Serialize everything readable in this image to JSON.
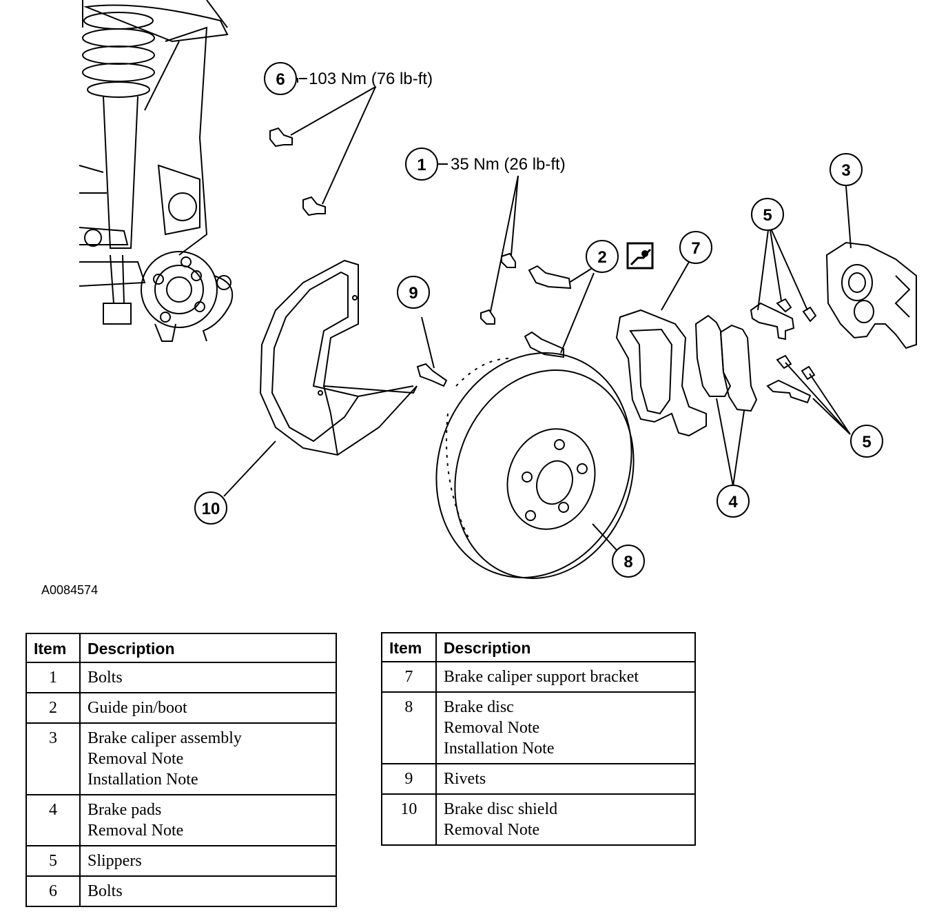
{
  "figure_id": "A0084574",
  "torque_labels": {
    "item6": "103 Nm (76 lb-ft)",
    "item1": "35 Nm (26 lb-ft)"
  },
  "callouts": [
    {
      "id": "c1",
      "label": "1"
    },
    {
      "id": "c2",
      "label": "2"
    },
    {
      "id": "c3",
      "label": "3"
    },
    {
      "id": "c4",
      "label": "4"
    },
    {
      "id": "c5a",
      "label": "5"
    },
    {
      "id": "c5b",
      "label": "5"
    },
    {
      "id": "c6",
      "label": "6"
    },
    {
      "id": "c7",
      "label": "7"
    },
    {
      "id": "c8",
      "label": "8"
    },
    {
      "id": "c9",
      "label": "9"
    },
    {
      "id": "c10",
      "label": "10"
    }
  ],
  "tables": {
    "left": {
      "header": {
        "item": "Item",
        "description": "Description"
      },
      "rows": [
        {
          "item": "1",
          "lines": [
            "Bolts"
          ]
        },
        {
          "item": "2",
          "lines": [
            "Guide pin/boot"
          ]
        },
        {
          "item": "3",
          "lines": [
            "Brake caliper assembly",
            "Removal Note",
            "Installation Note"
          ]
        },
        {
          "item": "4",
          "lines": [
            "Brake pads",
            "Removal Note"
          ]
        },
        {
          "item": "5",
          "lines": [
            "Slippers"
          ]
        },
        {
          "item": "6",
          "lines": [
            "Bolts"
          ]
        }
      ]
    },
    "right": {
      "header": {
        "item": "Item",
        "description": "Description"
      },
      "rows": [
        {
          "item": "7",
          "lines": [
            "Brake caliper support bracket"
          ]
        },
        {
          "item": "8",
          "lines": [
            "Brake disc",
            "Removal Note",
            "Installation Note"
          ]
        },
        {
          "item": "9",
          "lines": [
            "Rivets"
          ]
        },
        {
          "item": "10",
          "lines": [
            "Brake disc shield",
            "Removal Note"
          ]
        }
      ]
    }
  },
  "colors": {
    "ink": "#000000",
    "paper": "#ffffff"
  }
}
